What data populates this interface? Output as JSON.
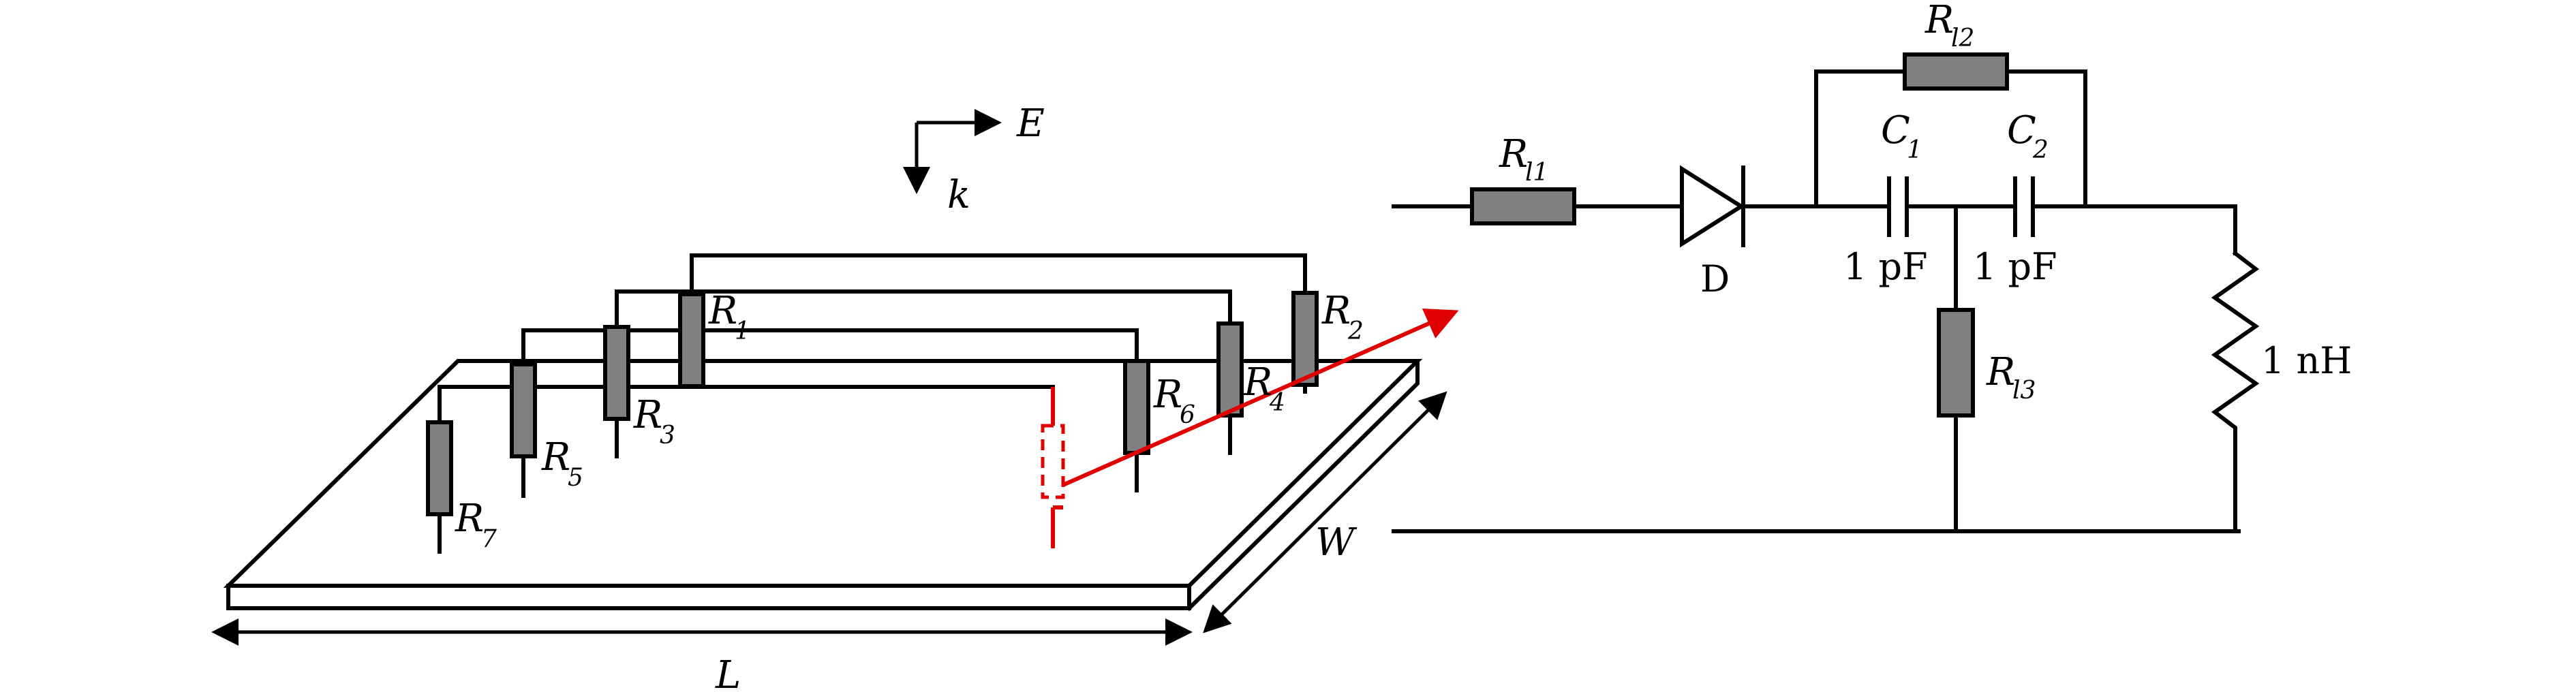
{
  "labels": {
    "e_field": "E",
    "k_vector": "k",
    "length": "L",
    "width": "W",
    "r1": {
      "base": "R",
      "sub": "1"
    },
    "r2": {
      "base": "R",
      "sub": "2"
    },
    "r3": {
      "base": "R",
      "sub": "3"
    },
    "r4": {
      "base": "R",
      "sub": "4"
    },
    "r5": {
      "base": "R",
      "sub": "5"
    },
    "r6": {
      "base": "R",
      "sub": "6"
    },
    "r7": {
      "base": "R",
      "sub": "7"
    },
    "rl1": {
      "base": "R",
      "sub": "l1"
    },
    "rl2": {
      "base": "R",
      "sub": "l2"
    },
    "rl3": {
      "base": "R",
      "sub": "l3"
    },
    "c1": {
      "base": "C",
      "sub": "1"
    },
    "c2": {
      "base": "C",
      "sub": "2"
    },
    "diode": "D",
    "c1_value": "1 pF",
    "c2_value": "1 pF",
    "inductor_value": "1 nH"
  },
  "colors": {
    "resistor_fill": "#808080",
    "wire": "#000000",
    "highlight": "#e00000"
  }
}
